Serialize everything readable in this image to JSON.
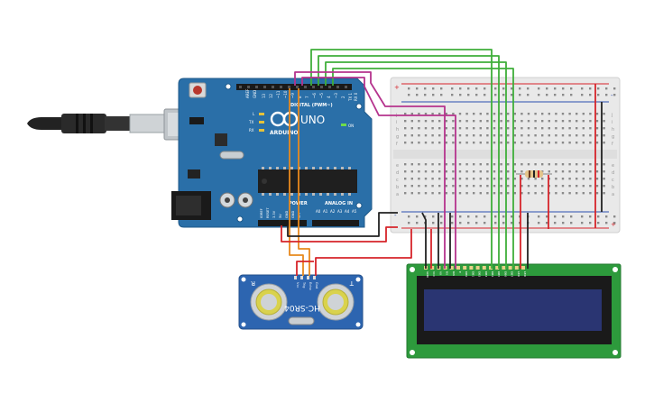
{
  "arduino": {
    "brand": "ARDUINO",
    "model": "UNO",
    "digital_label": "DIGITAL (PWM~)",
    "power_label": "POWER",
    "analog_label": "ANALOG IN",
    "on_label": "ON",
    "tx_label": "TX",
    "rx_label": "RX",
    "l_label": "L",
    "aref_label": "AREF",
    "gnd_label": "GND",
    "digital_pins": [
      "13",
      "12",
      "~11",
      "~10",
      "~9",
      "8",
      "7",
      "~6",
      "~5",
      "4",
      "~3",
      "2",
      "TX 1",
      "RX 0"
    ],
    "power_pins": [
      "IOREF",
      "RESET",
      "3.3V",
      "5V",
      "GND",
      "GND",
      "Vin"
    ],
    "analog_pins": [
      "A0",
      "A1",
      "A2",
      "A3",
      "A4",
      "A5"
    ]
  },
  "sensor": {
    "model": "HC-SR04",
    "left_mark": "R",
    "right_mark": "T",
    "pins": [
      "Vcc",
      "Trig",
      "Echo",
      "Gnd"
    ]
  },
  "lcd": {
    "pins": [
      "GND",
      "VCC",
      "V0",
      "RS",
      "RW",
      "E",
      "DB0",
      "DB1",
      "DB2",
      "DB3",
      "DB4",
      "DB5",
      "DB6",
      "DB7",
      "LED",
      "LED"
    ]
  },
  "breadboard": {
    "row_letters_top": [
      "j",
      "i",
      "h",
      "g",
      "f"
    ],
    "row_letters_bottom": [
      "e",
      "d",
      "c",
      "b",
      "a"
    ],
    "rail_plus": "+",
    "rail_minus": "-"
  },
  "colors": {
    "arduino_board": "#2a6fa8",
    "sensor_board": "#2d65b0",
    "lcd_board": "#2d9a3c",
    "lcd_screen": "#2a3572",
    "wire_green": "#3fae3a",
    "wire_magenta": "#b5338d",
    "wire_orange": "#e8891d",
    "wire_red": "#d6242a",
    "wire_black": "#222222"
  }
}
